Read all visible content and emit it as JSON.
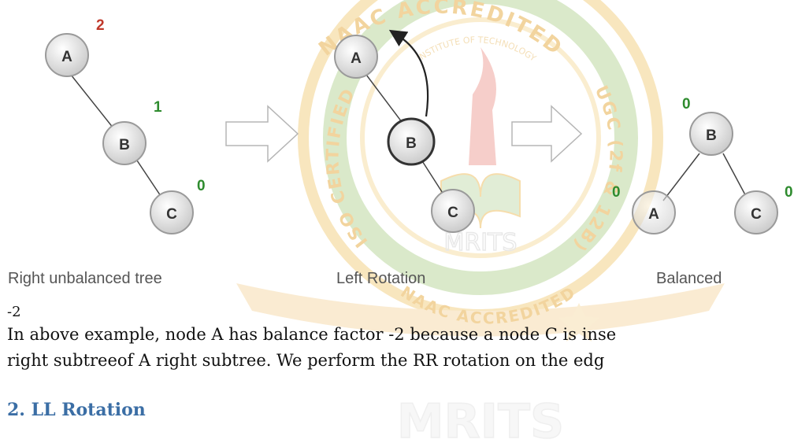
{
  "figure": {
    "stage1": {
      "caption": "Right unbalanced tree",
      "nodes": [
        {
          "label": "A",
          "balance": "2"
        },
        {
          "label": "B",
          "balance": "1"
        },
        {
          "label": "C",
          "balance": "0"
        }
      ]
    },
    "stage2": {
      "caption": "Left Rotation",
      "nodes": [
        {
          "label": "A"
        },
        {
          "label": "B"
        },
        {
          "label": "C"
        }
      ]
    },
    "stage3": {
      "caption": "Balanced",
      "nodes": [
        {
          "label": "B",
          "balance": "0"
        },
        {
          "label": "A",
          "balance": "0"
        },
        {
          "label": "C",
          "balance": "0"
        }
      ]
    }
  },
  "watermark": {
    "top_arc": "NAAC ACCREDITED",
    "left_arc": "ISO CERTIFIED",
    "inner_arc": "INSTITUTE OF TECHNOLOGY",
    "right_arc": "UGC (2f & 12B)",
    "bottom_arc": "NAAC ACCREDITED",
    "logo_name": "MRITS",
    "big_text": "MRITS"
  },
  "document": {
    "stray_label": "-2",
    "paragraph_line1": "In above example, node A has balance factor -2 because a node C is inse",
    "paragraph_line2": "right subtreeof A right subtree. We perform the RR rotation on the edg",
    "section_heading": "2. LL Rotation"
  },
  "colors": {
    "balance_bad": "#c0392b",
    "balance_ok": "#2e8b2e",
    "heading": "#3b6ea5",
    "watermark_gold": "#f0c36a",
    "watermark_green": "#a9c98a"
  }
}
